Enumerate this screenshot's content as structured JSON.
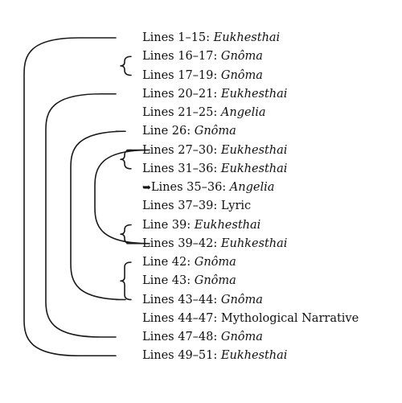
{
  "lines": [
    {
      "range": "Lines 1–15:",
      "genre": "Eukhesthai",
      "italic": true
    },
    {
      "range": "Lines 16–17:",
      "genre": "Gnôma",
      "italic": true
    },
    {
      "range": "Lines 17–19:",
      "genre": "Gnôma",
      "italic": true
    },
    {
      "range": "Lines 20–21:",
      "genre": "Eukhesthai",
      "italic": true
    },
    {
      "range": "Lines 21–25:",
      "genre": "Angelia",
      "italic": true
    },
    {
      "range": "Line 26:",
      "genre": "Gnôma",
      "italic": true
    },
    {
      "range": "Lines 27–30:",
      "genre": "Eukhesthai",
      "italic": true
    },
    {
      "range": "Lines 31–36:",
      "genre": "Eukhesthai",
      "italic": true
    },
    {
      "range": "Lines 35–36:",
      "genre": "Angelia",
      "italic": true,
      "prefix": "➥"
    },
    {
      "range": "Lines 37–39:",
      "genre": "Lyric",
      "italic": false
    },
    {
      "range": "Line 39:",
      "genre": "Eukhesthai",
      "italic": true
    },
    {
      "range": "Lines 39–42:",
      "genre": "Euhkesthai",
      "italic": true
    },
    {
      "range": "Line 42:",
      "genre": "Gnôma",
      "italic": true
    },
    {
      "range": "Line 43:",
      "genre": "Gnôma",
      "italic": true
    },
    {
      "range": "Lines 43–44:",
      "genre": "Gnôma",
      "italic": true
    },
    {
      "range": "Lines 44–47:",
      "genre": "Mythological Narrative",
      "italic": false
    },
    {
      "range": "Lines 47–48:",
      "genre": "Gnôma",
      "italic": true
    },
    {
      "range": "Lines 49–51:",
      "genre": "Eukhesthai",
      "italic": true
    }
  ],
  "connectors": [
    {
      "kind": "arc",
      "from": 0,
      "to": 17
    },
    {
      "kind": "arc",
      "from": 3,
      "to": 16
    },
    {
      "kind": "arc",
      "from": 5,
      "to": 14
    },
    {
      "kind": "arc",
      "from": 6,
      "to": 11
    },
    {
      "kind": "brace",
      "from": 1,
      "to": 2
    },
    {
      "kind": "brace",
      "from": 6,
      "to": 7
    },
    {
      "kind": "brace",
      "from": 10,
      "to": 11
    },
    {
      "kind": "brace",
      "from": 12,
      "to": 14
    }
  ],
  "colors": {
    "ink": "#1a1a1a",
    "background": "#ffffff"
  }
}
